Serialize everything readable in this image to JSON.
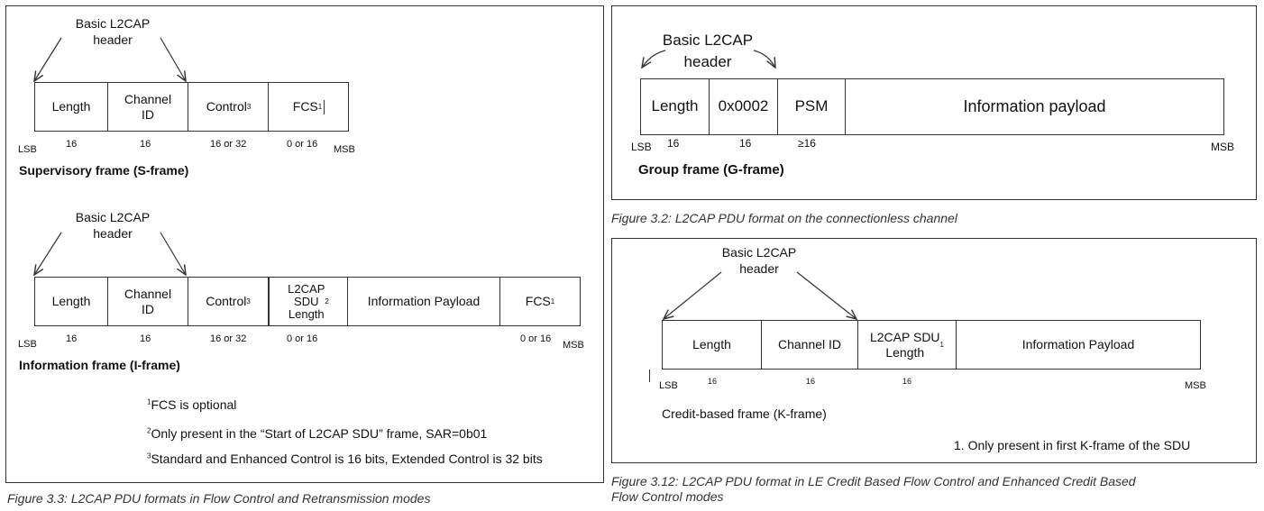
{
  "colors": {
    "border": "#333333",
    "text": "#111111",
    "caption": "#333333"
  },
  "header_label": "Basic L2CAP\nheader",
  "sframe": {
    "fields": [
      "Length",
      "Channel\nID",
      "Control",
      "FCS"
    ],
    "sup_control": "3",
    "sup_fcs": "1",
    "lsb": "LSB",
    "msb": "MSB",
    "sizes": [
      "16",
      "16",
      "16 or 32",
      "0 or 16"
    ],
    "title": "Supervisory frame (S-frame)"
  },
  "iframe": {
    "fields": [
      "Length",
      "Channel\nID",
      "Control",
      "L2CAP\nSDU\nLength",
      "Information Payload",
      "FCS"
    ],
    "sup_control": "3",
    "sup_sdu": "2",
    "sup_fcs": "1",
    "lsb": "LSB",
    "msb": "MSB",
    "sizes": [
      "16",
      "16",
      "16 or 32",
      "0 or 16",
      "0 or 16"
    ],
    "title": "Information frame (I-frame)"
  },
  "notes": [
    {
      "sup": "1",
      "text": "FCS is optional"
    },
    {
      "sup": "2",
      "text": "Only present in the “Start of L2CAP SDU” frame, SAR=0b01"
    },
    {
      "sup": "3",
      "text": "Standard and Enhanced Control is 16 bits, Extended Control is 32 bits"
    }
  ],
  "caption_left": "Figure 3.3:  L2CAP PDU formats in Flow Control and Retransmission modes",
  "gframe": {
    "fields": [
      "Length",
      "0x0002",
      "PSM",
      "Information payload"
    ],
    "lsb": "LSB",
    "msb": "MSB",
    "sizes": [
      "16",
      "16",
      "≥16"
    ],
    "title": "Group frame (G-frame)"
  },
  "caption_g": "Figure 3.2:  L2CAP PDU format on the connectionless channel",
  "kframe": {
    "fields": [
      "Length",
      "Channel ID",
      "L2CAP SDU\nLength",
      "Information Payload"
    ],
    "sup_sdu": "1",
    "lsb": "LSB",
    "msb": "MSB",
    "sizes": [
      "16",
      "16",
      "16"
    ],
    "title": "Credit-based frame (K-frame)",
    "note": "1. Only present in first K-frame of the SDU"
  },
  "caption_k": "Figure 3.12:  L2CAP PDU format in LE Credit Based Flow Control and Enhanced Credit Based\nFlow Control modes"
}
